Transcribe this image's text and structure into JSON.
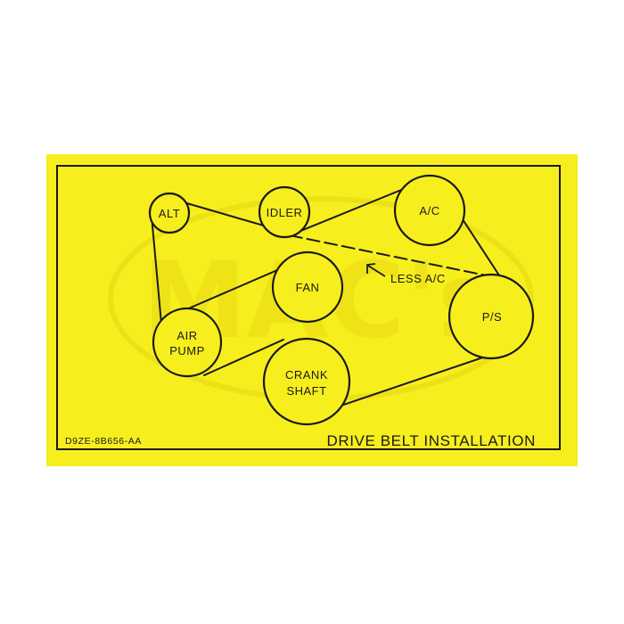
{
  "decal": {
    "background_color": "#f7ee1e",
    "ink_color": "#1a1a1a",
    "title": "DRIVE BELT INSTALLATION",
    "part_number": "D9ZE-8B656-AA",
    "watermark_text": "MAC's"
  },
  "pulleys": {
    "alt": {
      "label": "ALT"
    },
    "idler": {
      "label": "IDLER"
    },
    "ac": {
      "label": "A/C"
    },
    "fan": {
      "label": "FAN"
    },
    "ps": {
      "label": "P/S"
    },
    "air_pump": {
      "line1": "AIR",
      "line2": "PUMP"
    },
    "crankshaft": {
      "line1": "CRANK",
      "line2": "SHAFT"
    }
  },
  "annotation": {
    "less_ac": "LESS A/C"
  }
}
